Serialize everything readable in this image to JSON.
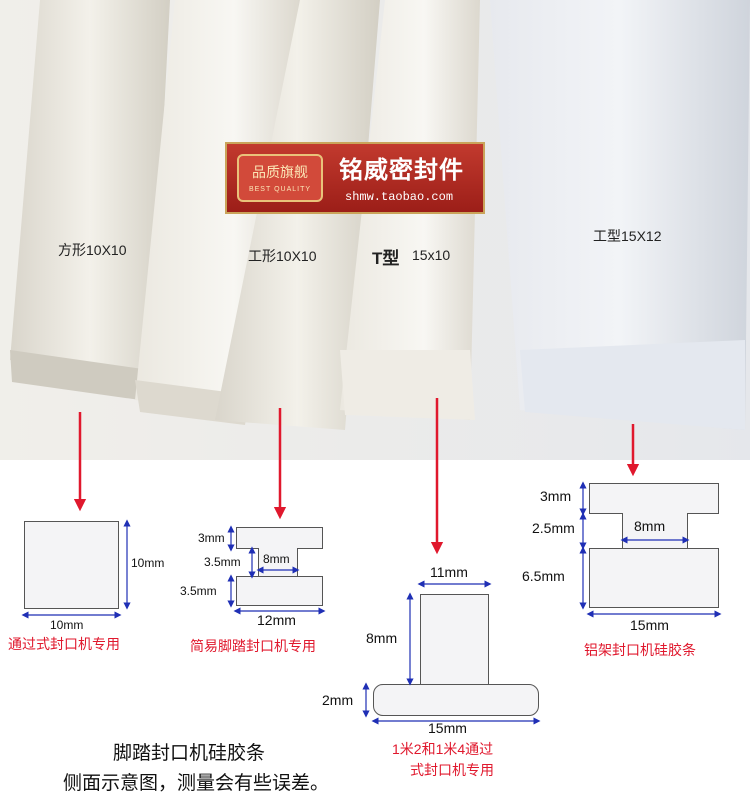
{
  "brand": {
    "badge_cn": "品质旗舰",
    "badge_en": "BEST QUALITY",
    "name": "铭威密封件",
    "url": "shmw.taobao.com"
  },
  "photo_labels": {
    "square": "方形10X10",
    "i_small": "工形10X10",
    "t_bold": "T型",
    "t_size": "15x10",
    "i_large": "工型15X12"
  },
  "diagram_square": {
    "height": "10mm",
    "width": "10mm",
    "caption": "通过式封口机专用"
  },
  "diagram_i_small": {
    "top": "3mm",
    "mid": "3.5mm",
    "inner": "8mm",
    "bottom": "3.5mm",
    "width": "12mm",
    "caption": "简易脚踏封口机专用"
  },
  "diagram_t": {
    "top_width": "11mm",
    "height": "8mm",
    "base": "2mm",
    "width": "15mm",
    "caption_line1": "1米2和1米4通过",
    "caption_line2": "式封口机专用"
  },
  "diagram_i_large": {
    "top": "3mm",
    "mid": "2.5mm",
    "inner": "8mm",
    "bottom": "6.5mm",
    "width": "15mm",
    "caption": "铝架封口机硅胶条"
  },
  "note": {
    "line1": "脚踏封口机硅胶条",
    "line2": "侧面示意图，测量会有些误差。"
  },
  "colors": {
    "arrow": "#e0182d",
    "dimension": "#1f2fb5"
  }
}
